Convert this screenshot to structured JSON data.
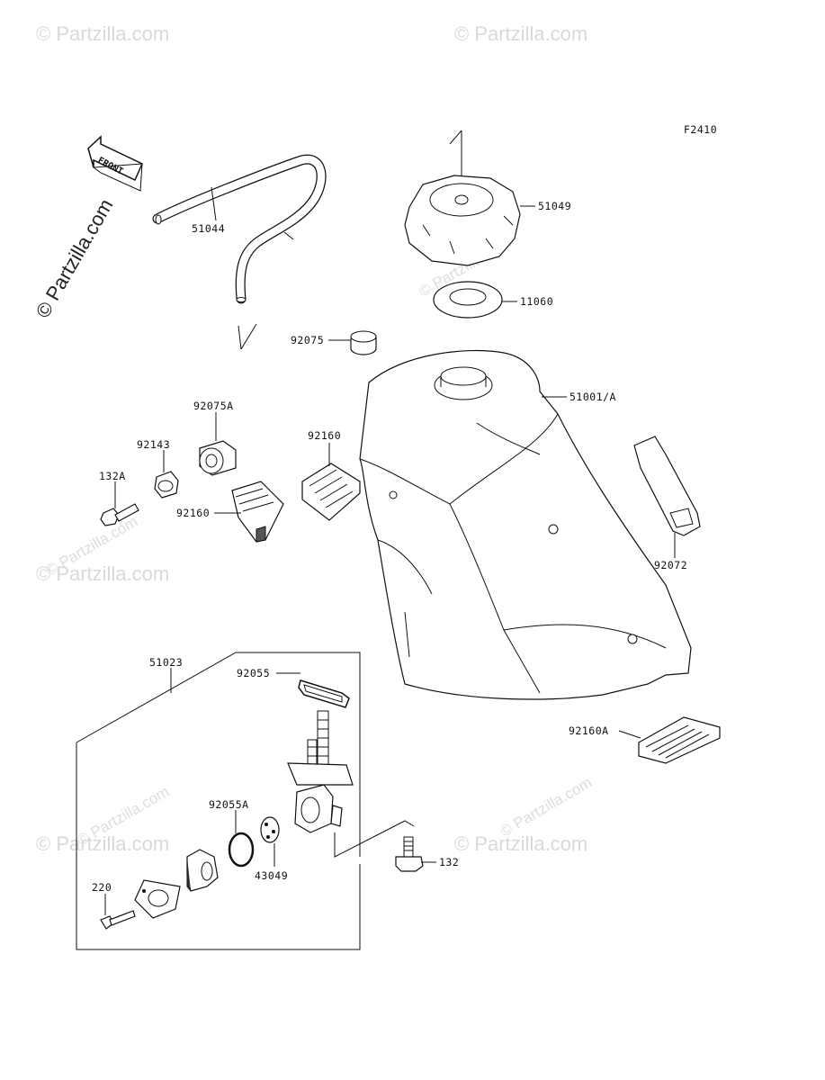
{
  "figure_code": "F2410",
  "front_label": "FRONT",
  "watermark_text": "© Partzilla.com",
  "parts": {
    "fuel_hose": "51044",
    "tank_cap": "51049",
    "cap_gasket": "11060",
    "cap_plug": "92075",
    "fuel_tank": "51001/A",
    "damper_92075A": "92075A",
    "collar": "92143",
    "bolt_132A": "132A",
    "damper_92160_top": "92160",
    "damper_92160_left": "92160",
    "tank_band": "92072",
    "fuel_cock_assy": "51023",
    "cock_gasket": "92055",
    "o_ring": "92055A",
    "cock_packing": "43049",
    "bolt_132": "132",
    "screw_220": "220",
    "damper_92160A": "92160A"
  }
}
